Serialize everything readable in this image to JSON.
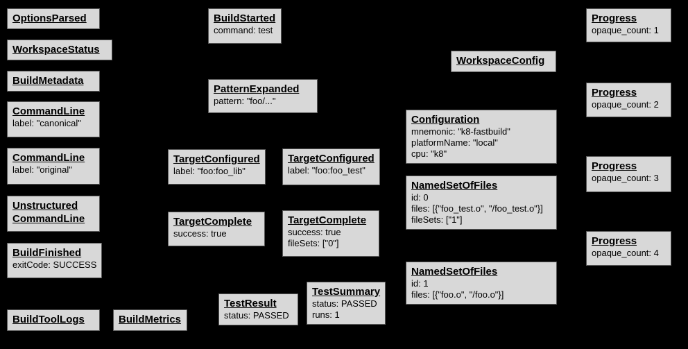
{
  "diagram": {
    "description": "Build event protocol graph of gray event nodes on a black background",
    "colors": {
      "background": "#000000",
      "node_fill": "#d8d8d8",
      "node_border": "#595959",
      "text": "#000000"
    },
    "nodes": [
      {
        "title": "OptionsParsed",
        "lines": []
      },
      {
        "title": "WorkspaceStatus",
        "lines": []
      },
      {
        "title": "BuildMetadata",
        "lines": []
      },
      {
        "title": "CommandLine",
        "lines": [
          "label: \"canonical\""
        ]
      },
      {
        "title": "CommandLine",
        "lines": [
          "label: \"original\""
        ]
      },
      {
        "title": "Unstructured\nCommandLine",
        "lines": []
      },
      {
        "title": "BuildFinished",
        "lines": [
          "exitCode: SUCCESS"
        ]
      },
      {
        "title": "BuildToolLogs",
        "lines": []
      },
      {
        "title": "BuildMetrics",
        "lines": []
      },
      {
        "title": "BuildStarted",
        "lines": [
          "command: test"
        ]
      },
      {
        "title": "PatternExpanded",
        "lines": [
          "pattern: \"foo/...\""
        ]
      },
      {
        "title": "TargetConfigured",
        "lines": [
          "label: \"foo:foo_lib\""
        ]
      },
      {
        "title": "TargetConfigured",
        "lines": [
          "label: \"foo:foo_test\""
        ]
      },
      {
        "title": "TargetComplete",
        "lines": [
          "success: true"
        ]
      },
      {
        "title": "TargetComplete",
        "lines": [
          "success: true",
          "fileSets: [\"0\"]"
        ]
      },
      {
        "title": "TestResult",
        "lines": [
          "status: PASSED"
        ]
      },
      {
        "title": "TestSummary",
        "lines": [
          "status: PASSED",
          "runs: 1"
        ]
      },
      {
        "title": "WorkspaceConfig",
        "lines": []
      },
      {
        "title": "Configuration",
        "lines": [
          "mnemonic: \"k8-fastbuild\"",
          "platformName: \"local\"",
          "cpu: \"k8\""
        ]
      },
      {
        "title": "NamedSetOfFiles",
        "lines": [
          "id: 0",
          "files: [{\"foo_test.o\", \"/foo_test.o\"}]",
          "fileSets: [\"1\"]"
        ]
      },
      {
        "title": "NamedSetOfFiles",
        "lines": [
          "id: 1",
          "files: [{\"foo.o\", \"/foo.o\"}]"
        ]
      },
      {
        "title": "Progress",
        "lines": [
          "opaque_count: 1"
        ]
      },
      {
        "title": "Progress",
        "lines": [
          "opaque_count: 2"
        ]
      },
      {
        "title": "Progress",
        "lines": [
          "opaque_count: 3"
        ]
      },
      {
        "title": "Progress",
        "lines": [
          "opaque_count: 4"
        ]
      }
    ]
  }
}
